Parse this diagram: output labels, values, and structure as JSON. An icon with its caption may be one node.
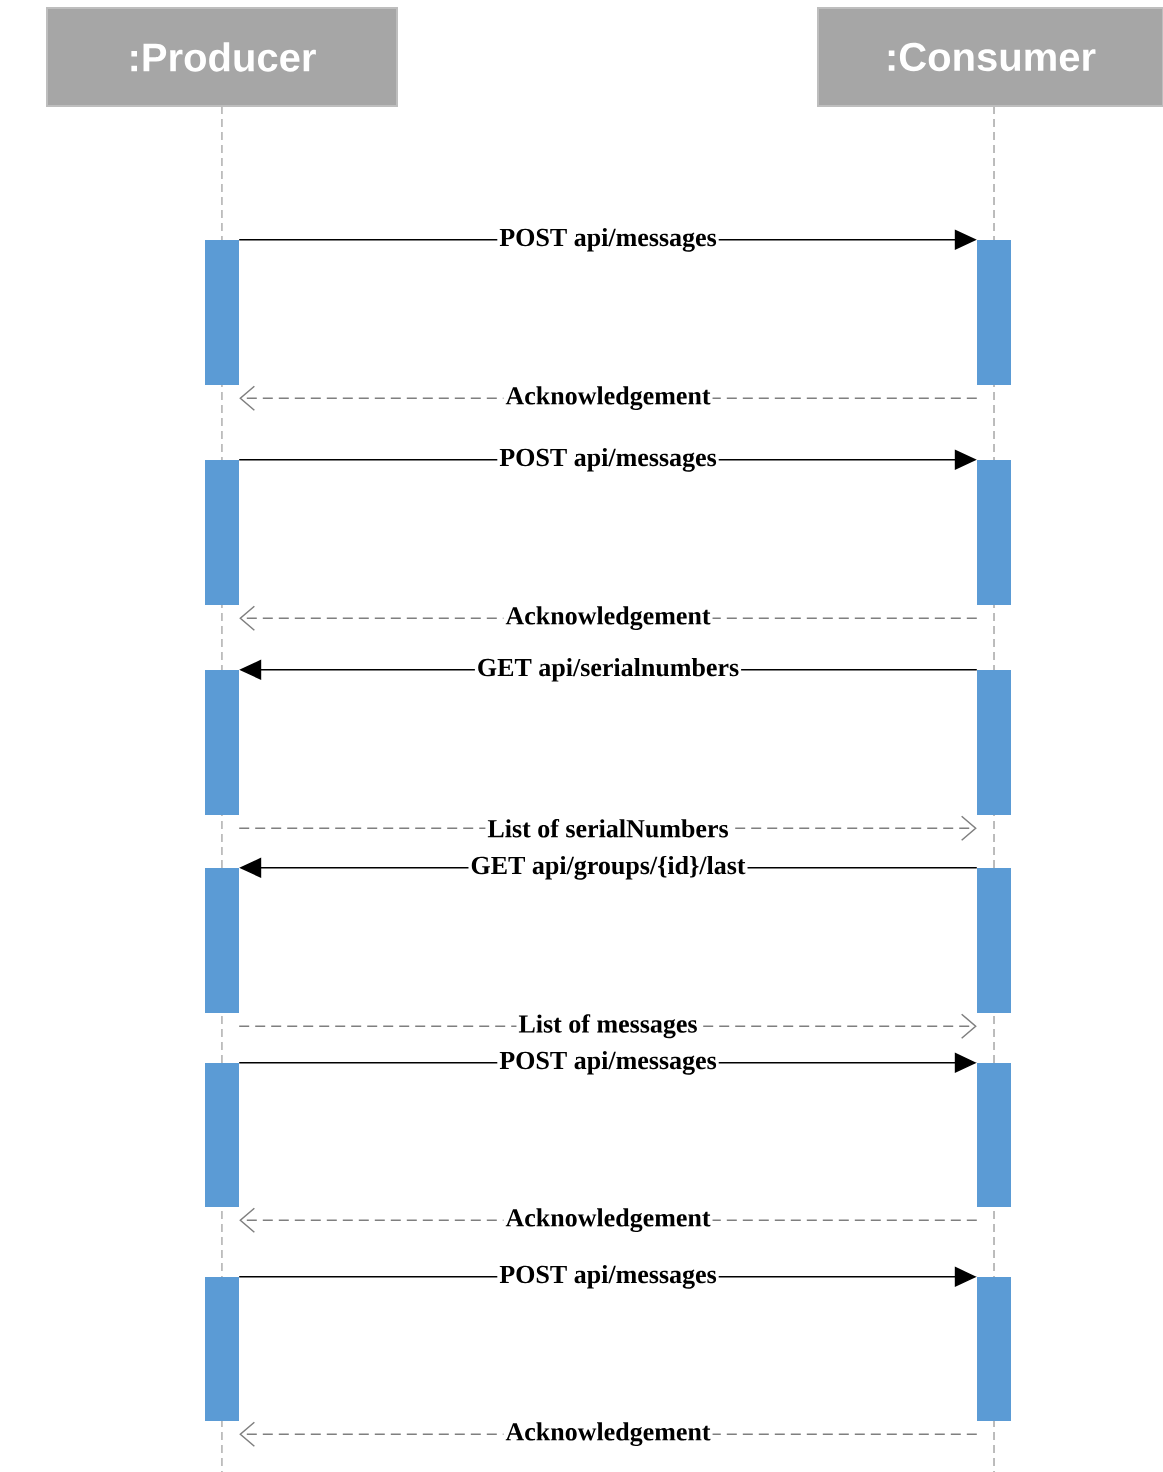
{
  "diagram": {
    "nodes": [
      {
        "text": [
          ":Producer"
        ]
      },
      {
        "text": [
          ":Consumer"
        ]
      },
      {
        "text": [],
        "shape": "bar"
      },
      {
        "text": [],
        "shape": "bar"
      },
      {
        "text": [],
        "shape": "bar"
      },
      {
        "text": [],
        "shape": "bar"
      },
      {
        "text": [],
        "shape": "bar"
      },
      {
        "text": [],
        "shape": "bar"
      },
      {
        "text": [],
        "shape": "bar"
      },
      {
        "text": [],
        "shape": "bar"
      },
      {
        "text": [],
        "shape": "bar"
      },
      {
        "text": [],
        "shape": "bar"
      },
      {
        "text": [],
        "shape": "bar"
      },
      {
        "text": [],
        "shape": "bar"
      }
    ],
    "edges": [
      {
        "from": 2,
        "to": 3,
        "arrow": "to",
        "label": "POST api/messages"
      },
      {
        "from": 3,
        "to": 2,
        "arrow": "to",
        "label": "Acknowledgement",
        "style": "dashed",
        "color": "#7f7f7f"
      },
      {
        "from": 4,
        "to": 5,
        "arrow": "to",
        "label": "POST api/messages"
      },
      {
        "from": 5,
        "to": 4,
        "arrow": "to",
        "label": "Acknowledgement",
        "style": "dashed",
        "color": "#7f7f7f"
      },
      {
        "from": 7,
        "to": 6,
        "arrow": "to",
        "label": "GET api/serialnumbers"
      },
      {
        "from": 6,
        "to": 7,
        "arrow": "to",
        "label": "List of serialNumbers",
        "style": "dashed",
        "color": "#7f7f7f"
      },
      {
        "from": 9,
        "to": 8,
        "arrow": "to",
        "label": "GET api/groups/{id}/last"
      },
      {
        "from": 8,
        "to": 9,
        "arrow": "to",
        "label": "List of messages",
        "style": "dashed",
        "color": "#7f7f7f"
      },
      {
        "from": 10,
        "to": 11,
        "arrow": "to",
        "label": "POST api/messages"
      },
      {
        "from": 11,
        "to": 10,
        "arrow": "to",
        "label": "Acknowledgement",
        "style": "dashed",
        "color": "#7f7f7f"
      },
      {
        "from": 12,
        "to": 13,
        "arrow": "to",
        "label": "POST api/messages"
      },
      {
        "from": 13,
        "to": 12,
        "arrow": "to",
        "label": "Acknowledgement",
        "style": "dashed",
        "color": "#7f7f7f"
      }
    ]
  }
}
